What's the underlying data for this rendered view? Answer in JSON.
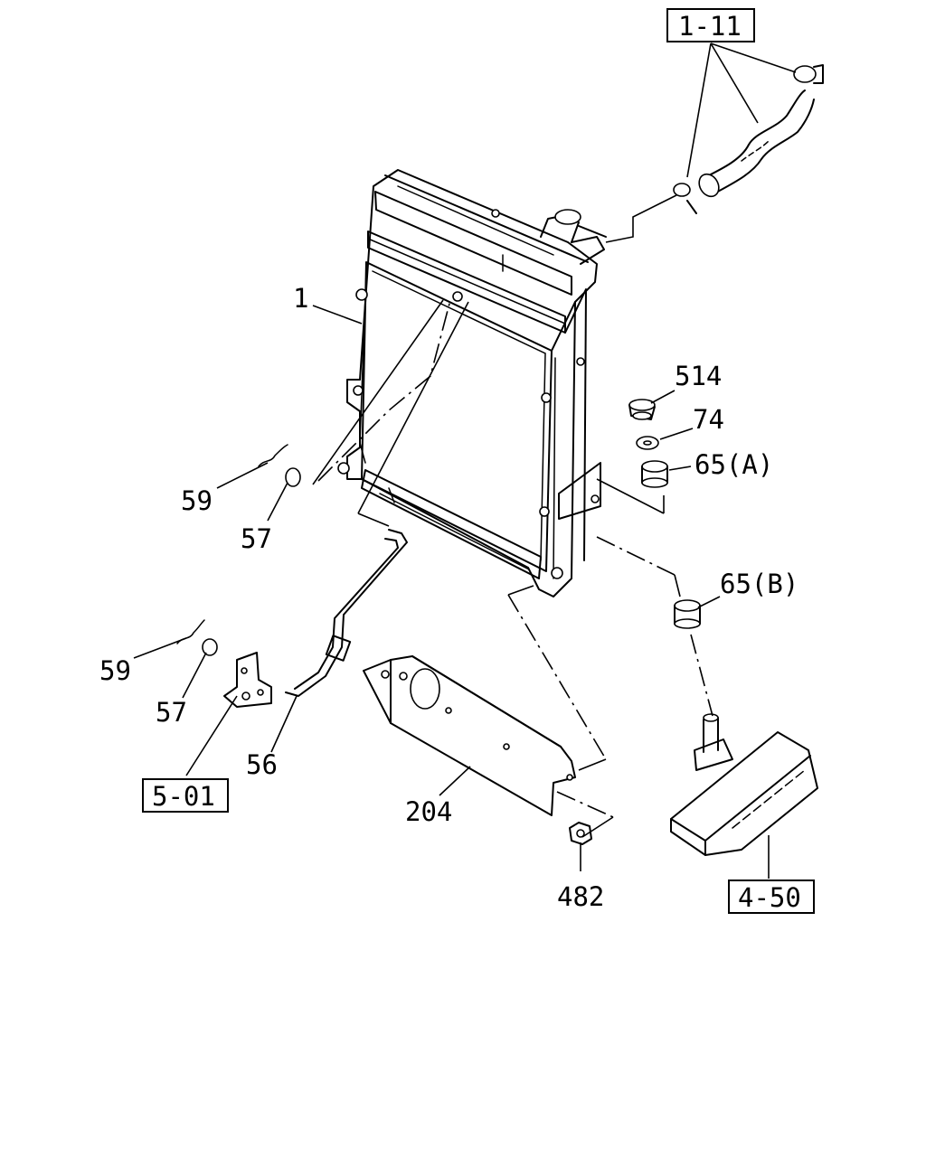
{
  "callouts": {
    "radiator": "1",
    "drain_hose_upper": "59",
    "washer_upper": "57",
    "drain_hose_lower": "59",
    "washer_lower": "57",
    "drain_pipe": "56",
    "fan_shroud_lower": "204",
    "nut": "482",
    "bushing": "514",
    "washer_mount": "74",
    "cushion_upper": "65(A)",
    "cushion_lower": "65(B)"
  },
  "references": {
    "top": "1-11",
    "bracket": "5-01",
    "frame": "4-50"
  }
}
